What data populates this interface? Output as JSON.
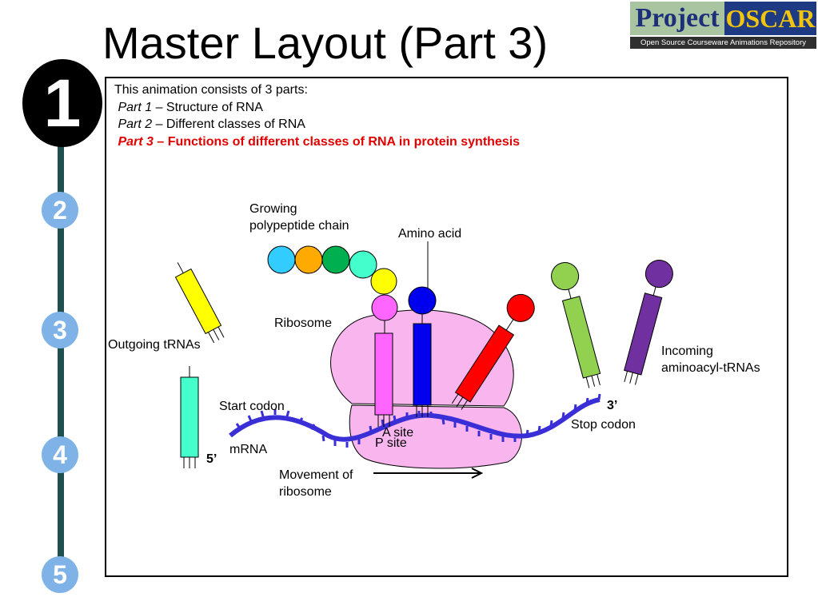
{
  "slide_title": "Master Layout (Part 3)",
  "logo": {
    "word1": "Project",
    "word2": "OSCAR",
    "tagline": "Open Source Courseware Animations Repository"
  },
  "steps": [
    "1",
    "2",
    "3",
    "4",
    "5"
  ],
  "intro": {
    "line1": "This animation consists of 3 parts:",
    "part1_label": "Part 1",
    "part1_text": " – Structure of RNA",
    "part2_label": "Part 2",
    "part2_text": " – Different classes of RNA",
    "part3_label": "Part 3",
    "part3_text": " – Functions of different classes of RNA in protein synthesis"
  },
  "labels": {
    "growing_chain": "Growing\npolypeptide chain",
    "amino_acid": "Amino acid",
    "ribosome": "Ribosome",
    "outgoing": "Outgoing tRNAs",
    "incoming": "Incoming\naminoacyl-tRNAs",
    "start_codon": "Start codon",
    "stop_codon": "Stop codon",
    "three_prime": "3’",
    "five_prime": "5’",
    "mrna": "mRNA",
    "a_site": "A site",
    "p_site": "P site",
    "movement": "Movement of\nribosome"
  },
  "colors": {
    "ribosome": "#f9b6ee",
    "mrna": "#3a2fd6",
    "yellow": "#ffff00",
    "magenta": "#ff66ff",
    "blue": "#0000ee",
    "red": "#ff0000",
    "lightgreen": "#92d050",
    "purple": "#7030a0",
    "cyan": "#33ccff",
    "orange": "#ffaa00",
    "green": "#00b050",
    "aquamarine": "#44ffcc",
    "highlight": "#e00000"
  }
}
